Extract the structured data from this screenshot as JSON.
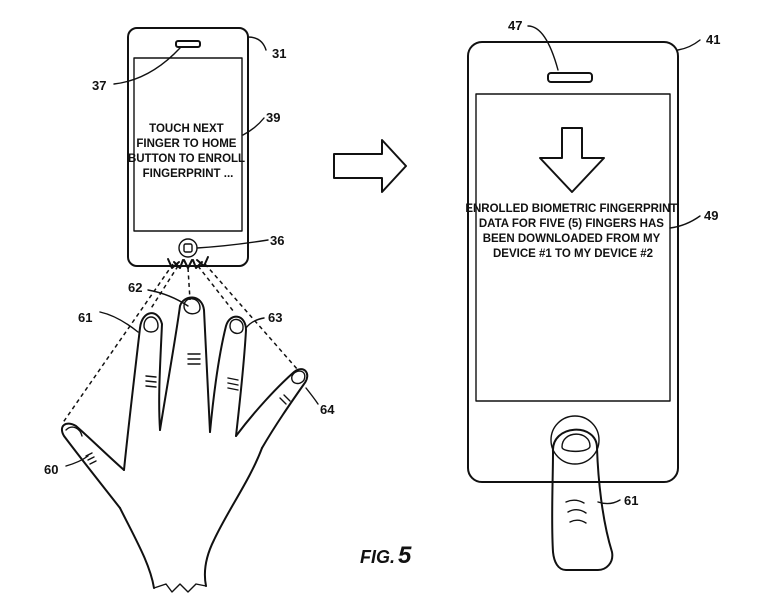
{
  "phone1": {
    "screen_lines": [
      "TOUCH NEXT",
      "FINGER TO HOME",
      "BUTTON TO ENROLL",
      "FINGERPRINT ..."
    ]
  },
  "phone2": {
    "screen_lines": [
      "ENROLLED BIOMETRIC FINGERPRINT",
      "DATA FOR FIVE (5) FINGERS HAS",
      "BEEN DOWNLOADED FROM MY",
      "DEVICE #1 TO MY DEVICE #2"
    ]
  },
  "refs": {
    "r31": "31",
    "r37": "37",
    "r39": "39",
    "r36": "36",
    "r47": "47",
    "r41": "41",
    "r49": "49",
    "r60": "60",
    "r61": "61",
    "r62": "62",
    "r63": "63",
    "r64": "64",
    "r61b": "61"
  },
  "figure": {
    "prefix": "FIG.",
    "number": "5"
  }
}
